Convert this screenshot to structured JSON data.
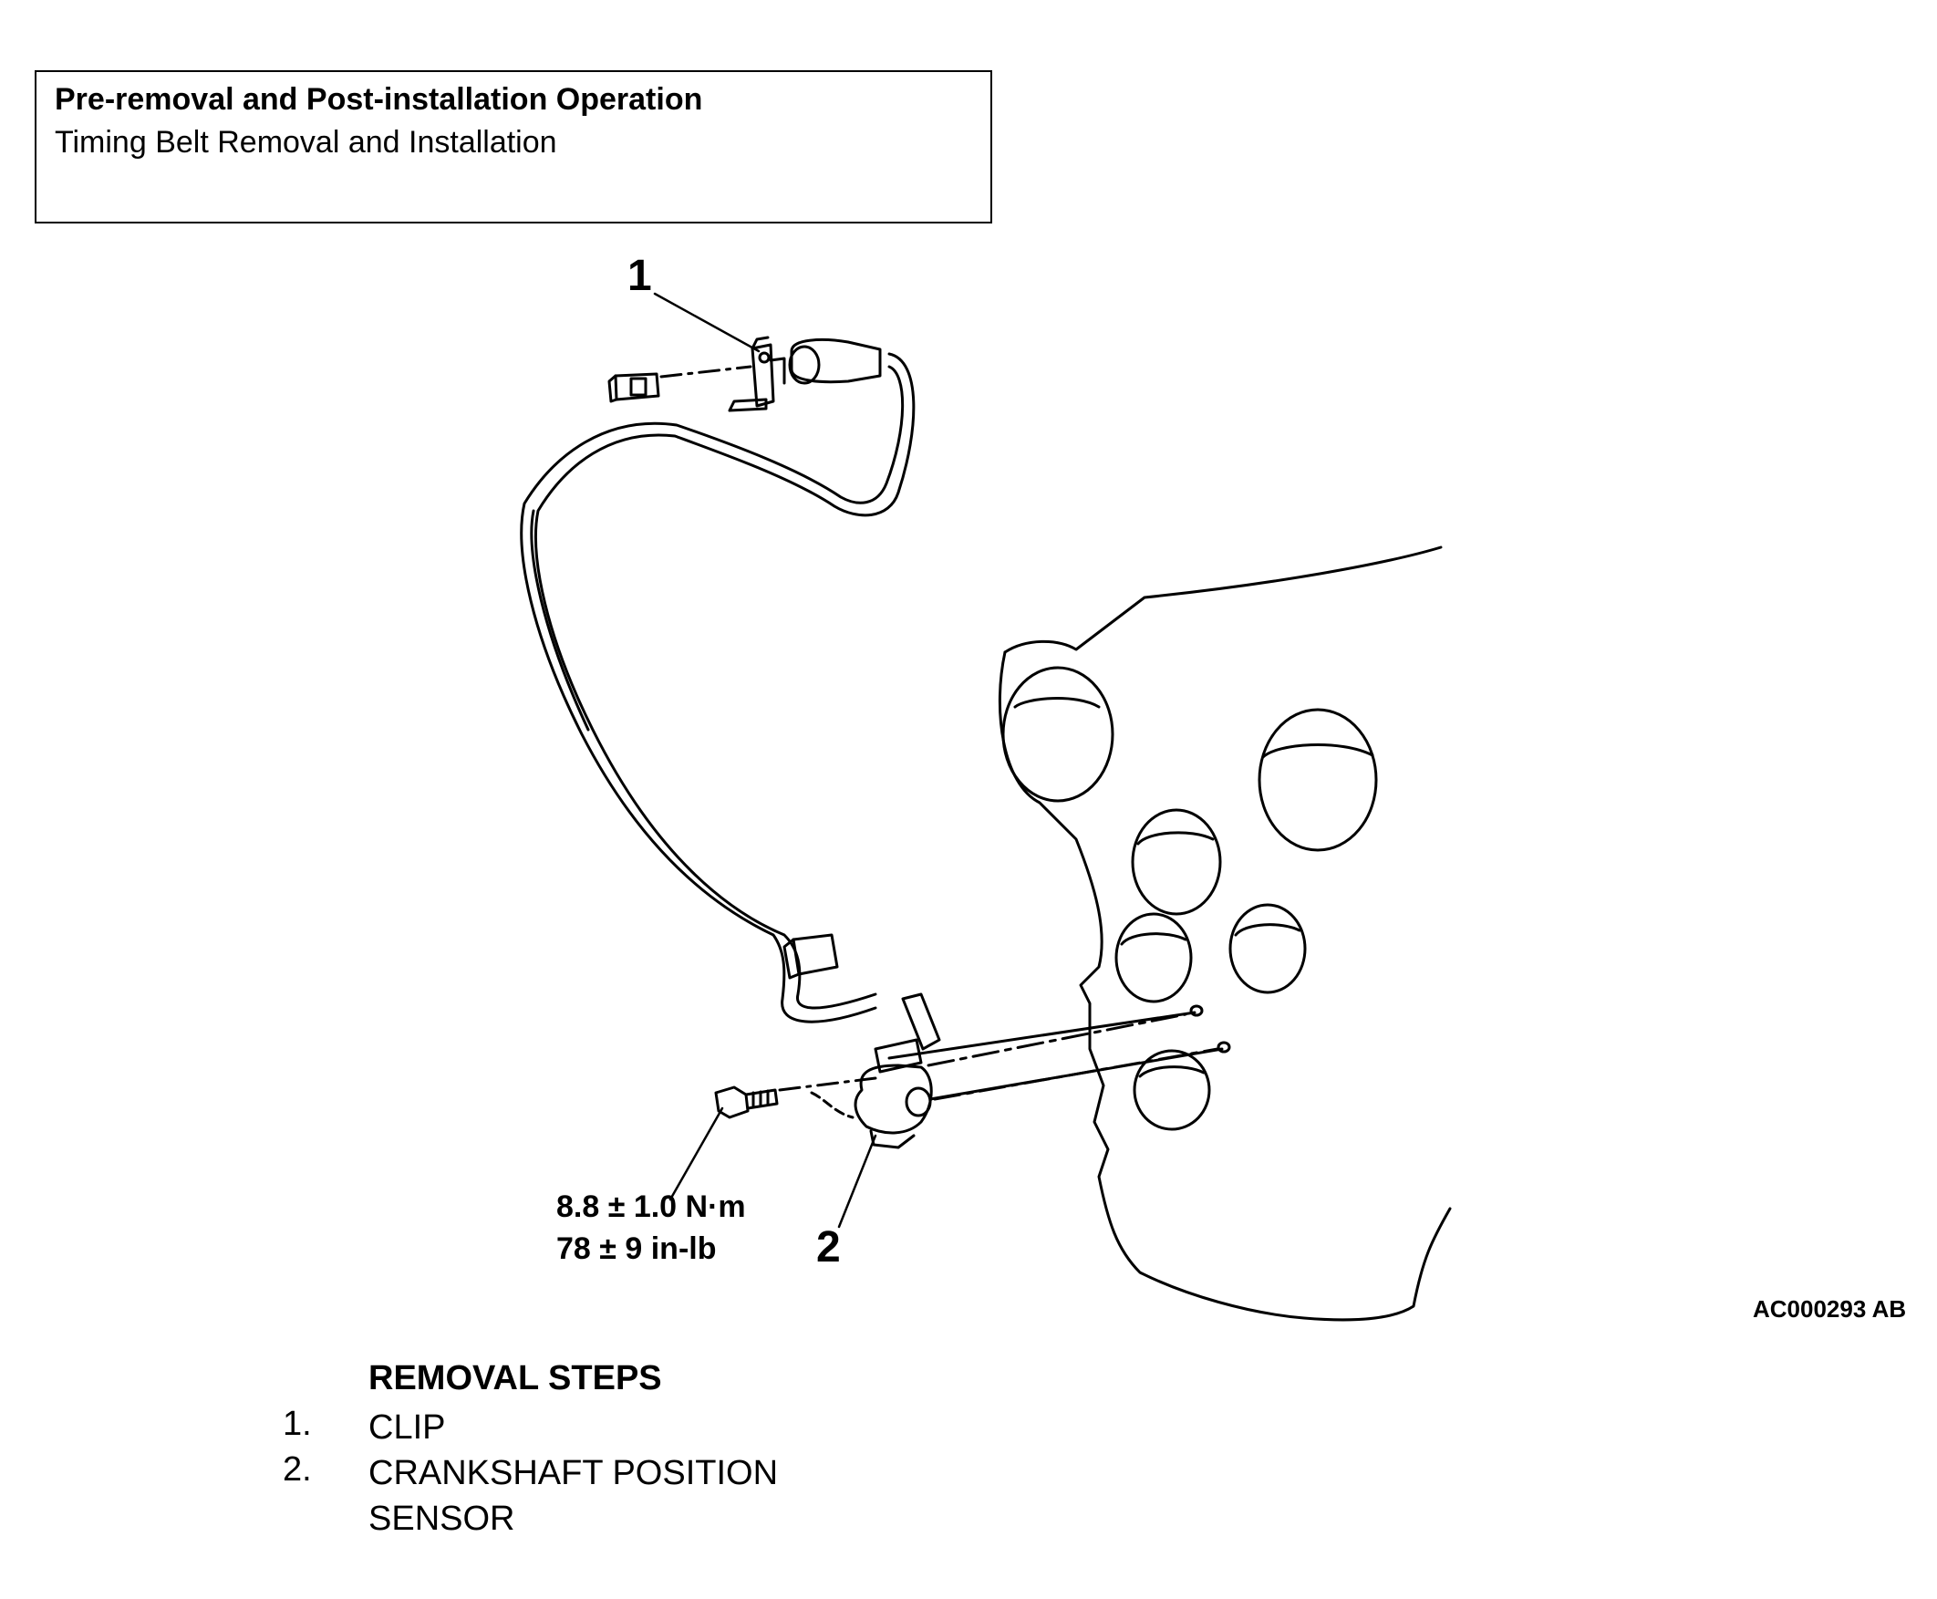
{
  "header": {
    "title": "Pre-removal and Post-installation Operation",
    "subtitle": "Timing Belt Removal and Installation"
  },
  "callouts": {
    "clip_number": "1",
    "sensor_number": "2"
  },
  "torque": {
    "metric": "8.8 ± 1.0 N·m",
    "imperial": "78 ± 9 in-lb"
  },
  "figure_id": "AC000293 AB",
  "removal": {
    "title": "REMOVAL STEPS",
    "steps": [
      {
        "num": "1.",
        "text": "CLIP"
      },
      {
        "num": "2.",
        "text": "CRANKSHAFT POSITION SENSOR"
      }
    ]
  },
  "colors": {
    "line": "#000000",
    "background": "#ffffff"
  }
}
